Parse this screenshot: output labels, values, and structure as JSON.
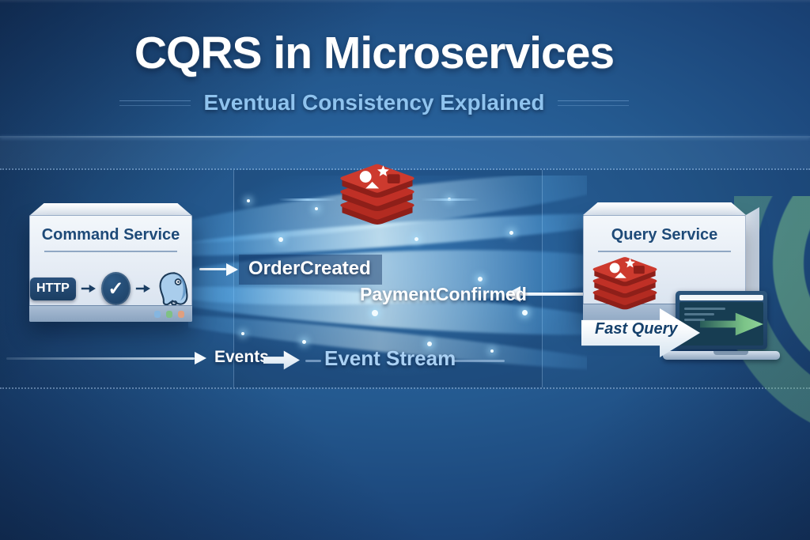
{
  "header": {
    "title": "CQRS in Microservices",
    "subtitle": "Eventual Consistency Explained"
  },
  "command_service": {
    "title": "Command Service",
    "http_label": "HTTP",
    "icons": [
      "http-badge",
      "arrow-right-icon",
      "check-icon",
      "arrow-right-icon",
      "postgresql-icon"
    ],
    "window_dot_colors": [
      "#85b6e0",
      "#7fc184",
      "#df9f7f"
    ]
  },
  "query_service": {
    "title": "Query Service",
    "fast_query_label": "Fast Query",
    "icons": [
      "redis-icon",
      "fast-query-arrow",
      "laptop-icon"
    ]
  },
  "event_stream": {
    "label": "Event Stream",
    "events_label": "Events",
    "broker_icon": "redis-icon",
    "messages": [
      {
        "name": "OrderCreated",
        "direction": "from-command-service"
      },
      {
        "name": "PaymentConfirmed",
        "direction": "to-query-service"
      }
    ]
  },
  "colors": {
    "background_blue": "#1d4f87",
    "title_white": "#ffffff",
    "subtitle_blue": "#8fc3ee",
    "box_face": "#e9eff7",
    "box_title_blue": "#1e4a78",
    "dark_navy_badge": "#1b3e63",
    "redis_red": "#c6302b",
    "redis_dark_red": "#8e1f19",
    "stream_cyan": "#7fd0ff",
    "green_arrow": "#7cc488",
    "event_stream_label_blue": "#aad1f4"
  }
}
